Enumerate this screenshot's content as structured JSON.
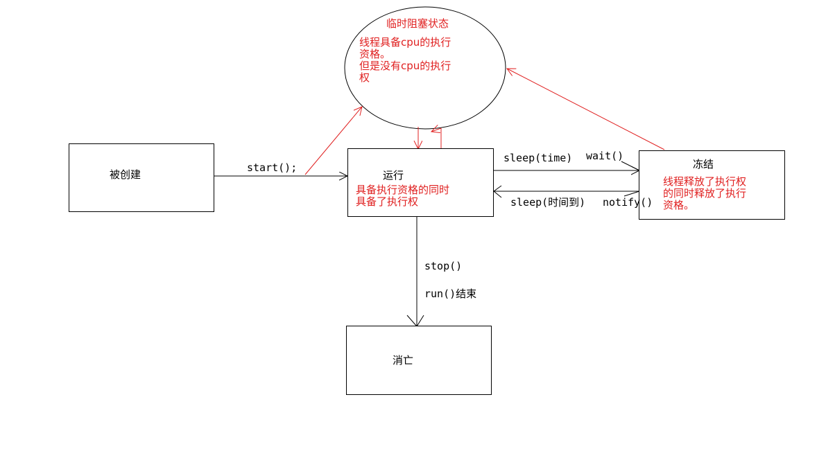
{
  "states": {
    "created": {
      "title": "被创建"
    },
    "running": {
      "title": "运行",
      "note": "具备执行资格的同时\n具备了执行权"
    },
    "frozen": {
      "title": "冻结",
      "note": "线程释放了执行权\n的同时释放了执行\n资格。"
    },
    "dead": {
      "title": "消亡"
    },
    "blocked": {
      "title": "临时阻塞状态",
      "note": "线程具备cpu的执行\n资格。\n但是没有cpu的执行\n权"
    }
  },
  "transitions": {
    "start": "start();",
    "sleep_time": "sleep(time)",
    "wait": "wait()",
    "sleep_done": "sleep(时间到)",
    "notify": "notify()",
    "stop": "stop()",
    "run_end": "run()结束"
  },
  "colors": {
    "line": "#000000",
    "accent": "#e02020"
  }
}
